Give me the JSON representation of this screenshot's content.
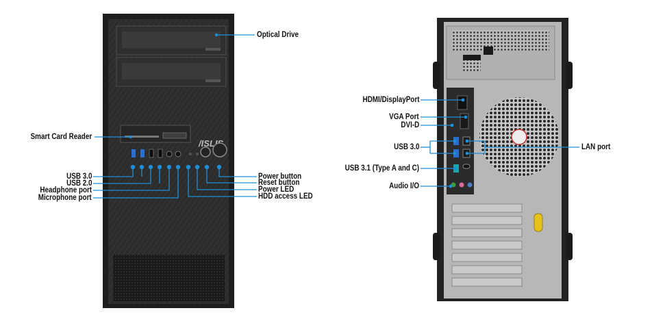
{
  "front_view": {
    "brand_logo": "/ISLIS",
    "labels": {
      "optical_drive": "Optical Drive",
      "smart_card_reader": "Smart  Card Reader",
      "usb30": "USB 3.0",
      "usb20": "USB 2.0",
      "headphone_port": "Headphone port",
      "microphone_port": "Microphone port",
      "power_button": "Power button",
      "reset_button": "Reset button",
      "power_led": "Power LED",
      "hdd_led": "HDD access LED"
    }
  },
  "rear_view": {
    "labels": {
      "hdmi_displayport": "HDMI/DisplayPort",
      "vga_port": "VGA Port",
      "dvi_d": "DVI-D",
      "usb30": "USB 3.0",
      "usb31": "USB 3.1 (Type A and C)",
      "audio_io": "Audio I/O",
      "lan_port": "LAN port"
    }
  },
  "colors": {
    "callout": "#1e8fd6",
    "case_front": "#2b2b2b",
    "case_rear": "#b9b9b9",
    "usb3_port": "#2a6fd0",
    "usb31_port": "#1fa3a8",
    "audio_green": "#3c9b3c",
    "audio_pink": "#d96a9a",
    "audio_blue": "#4a7fc8",
    "handle_yellow": "#e8c21a"
  }
}
